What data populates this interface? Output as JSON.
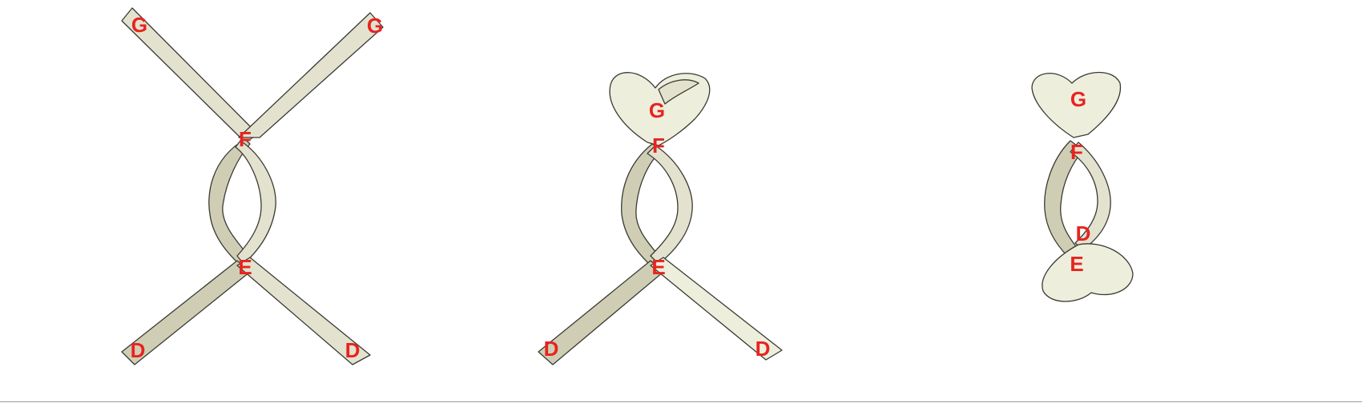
{
  "colors": {
    "ribbon": "#e3e2cf",
    "outline": "#3a3a33",
    "label": "#e8231f"
  },
  "panels": [
    {
      "name": "panel-1",
      "labels": [
        "G",
        "G",
        "F",
        "E",
        "D",
        "D"
      ]
    },
    {
      "name": "panel-2",
      "labels": [
        "G",
        "F",
        "E",
        "D",
        "D"
      ]
    },
    {
      "name": "panel-3",
      "labels": [
        "G",
        "F",
        "D",
        "E"
      ]
    }
  ]
}
